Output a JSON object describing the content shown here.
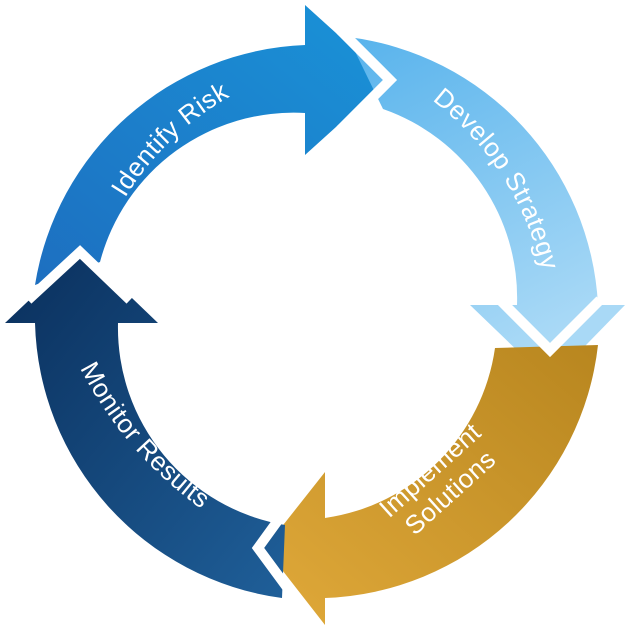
{
  "diagram": {
    "type": "cycle",
    "segments": [
      {
        "id": "identify-risk",
        "label": "Identify Risk",
        "colors": [
          "#1d6fc0",
          "#1a93d8"
        ]
      },
      {
        "id": "develop-strategy",
        "label": "Develop Strategy",
        "colors": [
          "#58b3ec",
          "#a9d9f6"
        ]
      },
      {
        "id": "implement-solutions",
        "label_lines": [
          "Implement",
          "Solutions"
        ],
        "colors": [
          "#b8861f",
          "#e0a93a"
        ]
      },
      {
        "id": "monitor-results",
        "label": "Monitor Results",
        "colors": [
          "#0a2f5c",
          "#1f5f99"
        ]
      }
    ]
  }
}
